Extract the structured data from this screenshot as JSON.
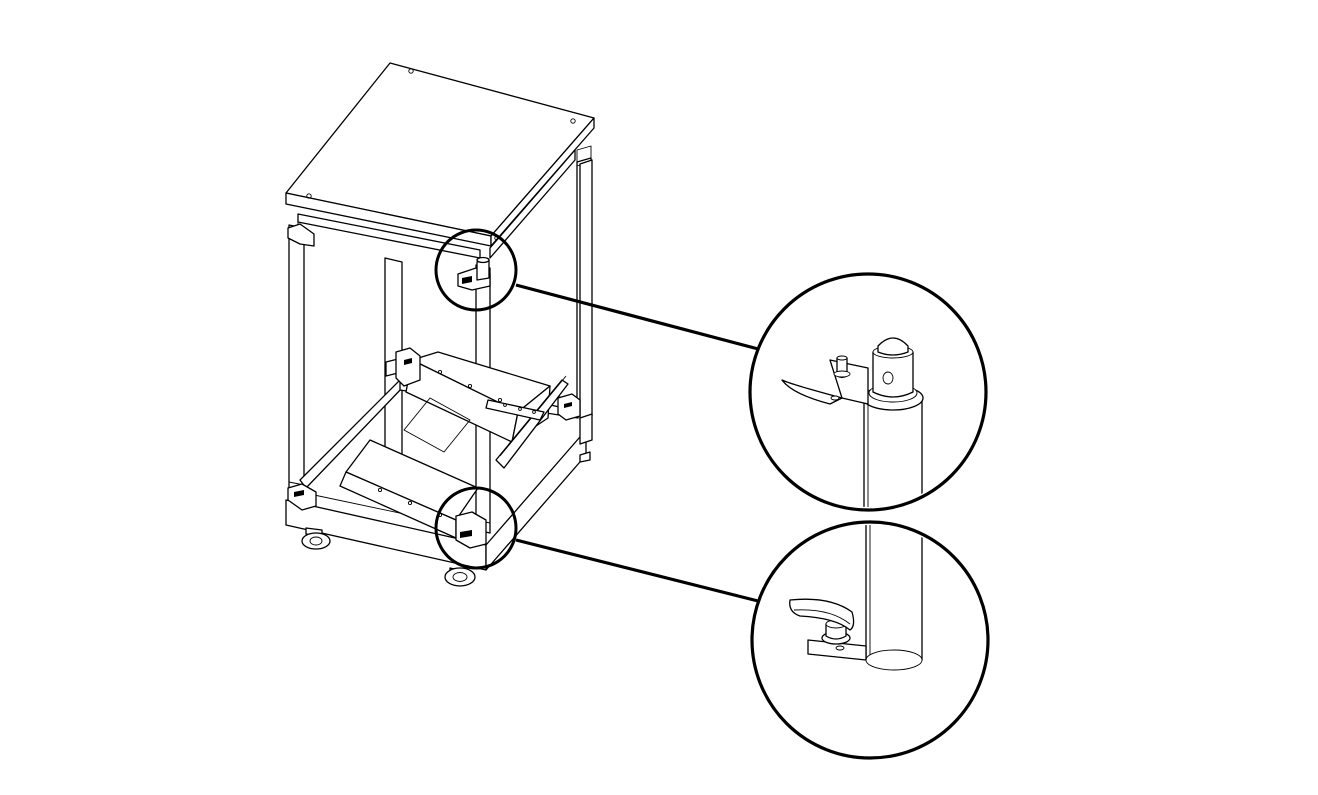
{
  "diagram": {
    "subject": "cart-frame",
    "colors": {
      "line": "#000000",
      "background": "#ffffff"
    },
    "callouts": [
      {
        "id": "upper-lock-pin-detail",
        "icon": "magnify-circle"
      },
      {
        "id": "lower-lever-detail",
        "icon": "magnify-circle"
      }
    ]
  }
}
